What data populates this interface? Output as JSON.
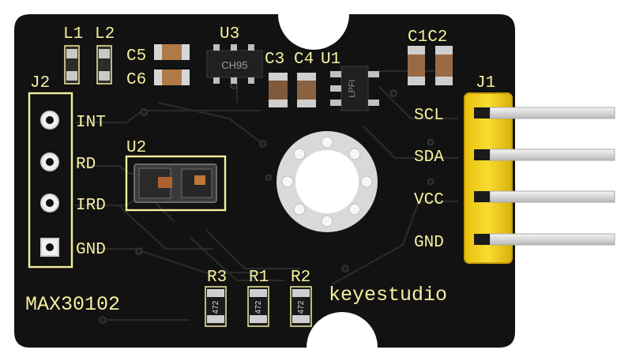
{
  "board": {
    "chip_name": "MAX30102",
    "brand": "keyestudio",
    "ic_marking_u3": "CH95",
    "ic_marking_u1": "LPFI",
    "resistor_code": "472",
    "designators": {
      "l1": "L1",
      "l2": "L2",
      "u3": "U3",
      "c1c2": "C1C2",
      "c5": "C5",
      "c6": "C6",
      "c3": "C3",
      "c4": "C4",
      "u1": "U1",
      "j2": "J2",
      "j1": "J1",
      "u2": "U2",
      "r3": "R3",
      "r1": "R1",
      "r2": "R2"
    },
    "j2_pins": [
      "INT",
      "RD",
      "IRD",
      "GND"
    ],
    "j1_pins": [
      "SCL",
      "SDA",
      "VCC",
      "GND"
    ]
  },
  "colors": {
    "pcb": "#121212",
    "silkscreen": "#f4f0a0",
    "header": "#f2d21c",
    "pins": "#dcdcdc"
  }
}
